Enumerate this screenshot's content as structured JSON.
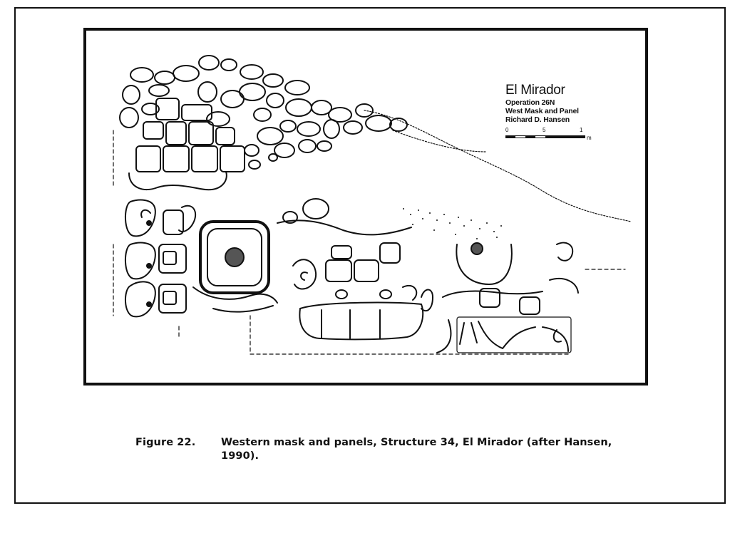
{
  "legend": {
    "title": "El Mirador",
    "lines": [
      "Operation 26N",
      "West Mask and Panel",
      "Richard D. Hansen"
    ],
    "scale": {
      "label_start": "0",
      "label_mid": "5",
      "label_end": "1",
      "unit": "m"
    }
  },
  "caption": {
    "label": "Figure 22.",
    "text": "Western mask and panels, Structure 34, El Mirador (after Hansen, 1990)."
  }
}
